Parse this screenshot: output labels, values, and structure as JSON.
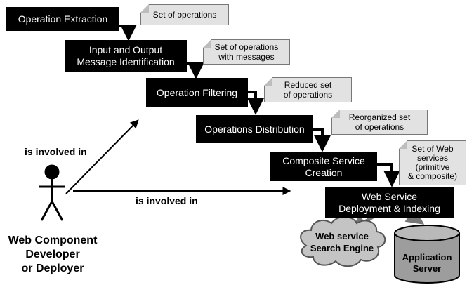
{
  "steps": [
    {
      "label": "Operation Extraction"
    },
    {
      "label": "Input and Output\nMessage Identification"
    },
    {
      "label": "Operation Filtering"
    },
    {
      "label": "Operations Distribution"
    },
    {
      "label": "Composite Service\nCreation"
    },
    {
      "label": "Web Service\nDeployment & Indexing"
    }
  ],
  "notes": [
    {
      "text": "Set of operations"
    },
    {
      "text": "Set of operations\nwith messages"
    },
    {
      "text": "Reduced set\nof operations"
    },
    {
      "text": "Reorganized set\nof operations"
    },
    {
      "text": "Set of Web\nservices\n(primitive\n& composite)"
    }
  ],
  "actor": {
    "label": "Web Component\nDeveloper\nor Deployer"
  },
  "relations": {
    "upper": "is involved in",
    "lower": "is involved in"
  },
  "cloud": {
    "line1": "Web service",
    "line2": "Search Engine"
  },
  "cylinder": {
    "line1": "Application",
    "line2": "Server"
  }
}
